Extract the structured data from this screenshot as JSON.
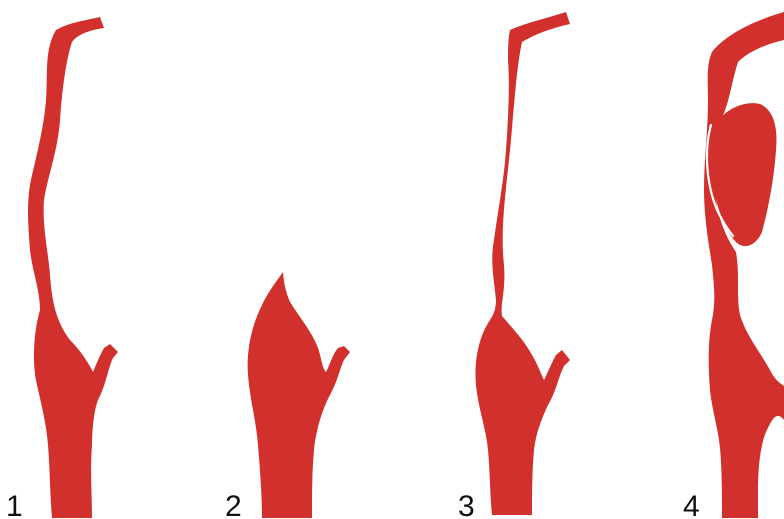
{
  "figure": {
    "vessel_color": "#d2302c",
    "background_color": "#ffffff",
    "panels": [
      {
        "label": "1",
        "depiction": "normal-carotid-artery"
      },
      {
        "label": "2",
        "depiction": "occluded-internal-carotid-stump"
      },
      {
        "label": "3",
        "depiction": "narrowed-string-sign-internal-carotid"
      },
      {
        "label": "4",
        "depiction": "internal-carotid-with-aneurysm"
      }
    ]
  }
}
